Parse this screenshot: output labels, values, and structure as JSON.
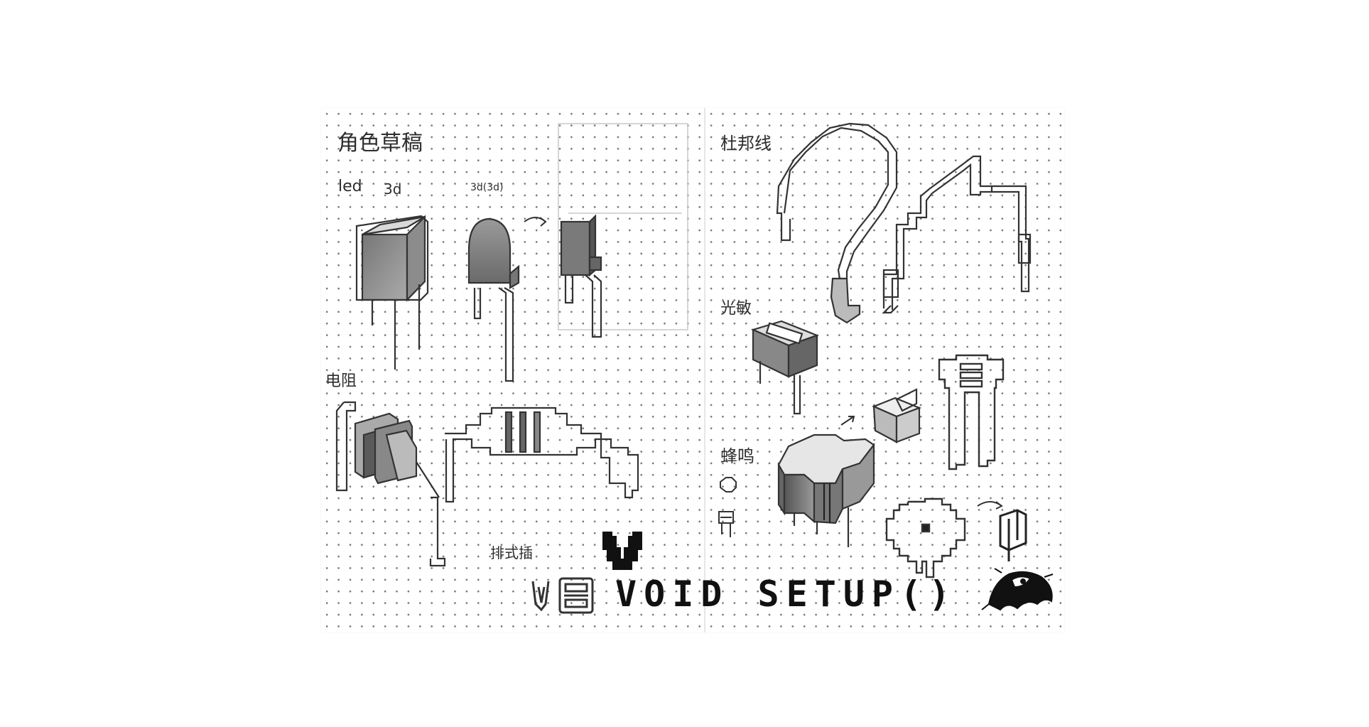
{
  "page": {
    "background": "#ffffff",
    "paper_color": "#ffffff",
    "ink_color": "#2d2d2d"
  },
  "labels": {
    "heading_left": "角色草稿",
    "led": "led",
    "led_3d": "3d",
    "led_3d_variant": "3d(3d)",
    "resistor": "电阻",
    "pin_header": "排式插",
    "right_heading": "杜邦线",
    "light_sensor": "光敏",
    "buzzer": "蜂鸣"
  },
  "logo": {
    "emblem_letter": "V",
    "title": "VOID SETUP()"
  },
  "icons": {
    "segment_mark": "seven-segment-digits-icon",
    "octagon_mark": "octagon-icon",
    "chip_mark": "chip-icon",
    "bug_mark": "beetle-sketch-icon",
    "arrow_marks": "arrow-icon"
  }
}
